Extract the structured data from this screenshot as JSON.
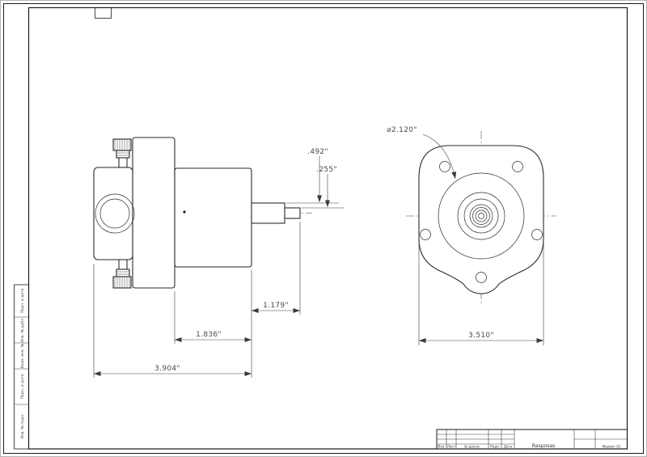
{
  "sheet": {
    "format_label": "Формат A2",
    "side_strips": [
      "Подп. и дата",
      "Инв. № дубл.",
      "Взам. инв. №",
      "Подп. и дата",
      "Инв. № подл."
    ],
    "title_block": {
      "part_name": "Rasposas",
      "columns": [
        "Изм.",
        "Лист",
        "№ докум.",
        "Подп.",
        "Дата"
      ]
    }
  },
  "side_view": {
    "dims": {
      "shaft_major_dia": ".492\"",
      "shaft_minor_dia": ".255\"",
      "shaft_length": "1.179\"",
      "body_length": "1.836\"",
      "overall_length": "3.904\""
    }
  },
  "front_view": {
    "dims": {
      "boss_diameter": "⌀2.120\"",
      "flange_width": "3.510\""
    }
  }
}
